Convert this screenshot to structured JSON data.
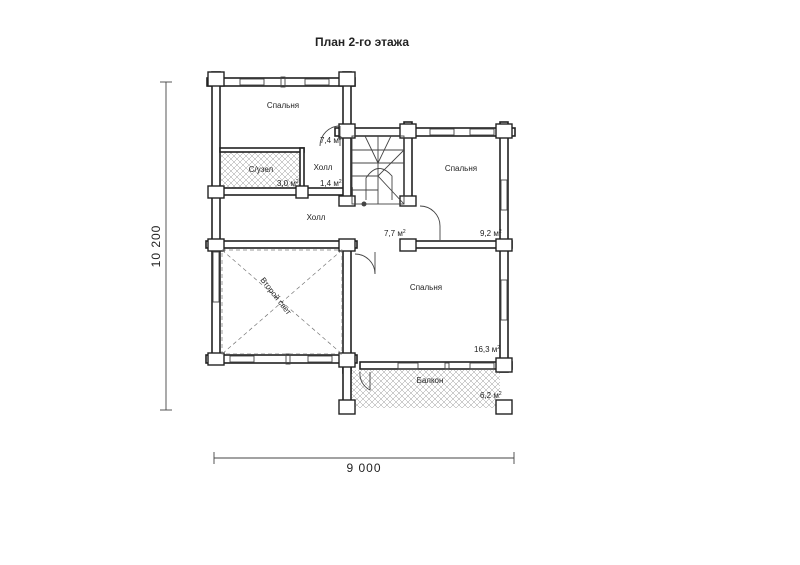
{
  "title": "План 2-го этажа",
  "rooms": {
    "bedroom_top_left": "Спальня",
    "bathroom": "С/узел",
    "hall_small": "Холл",
    "hall_main": "Холл",
    "bedroom_right": "Спальня",
    "bedroom_bottom": "Спальня",
    "second_light": "Второй свет",
    "balcony": "Балкон"
  },
  "areas": {
    "hall_small_top": "7,4 м",
    "bathroom": "3,0 м",
    "hall_small_bottom": "1,4 м",
    "hall_main": "7,7 м",
    "bedroom_right": "9,2 м",
    "bedroom_bottom": "16,3 м",
    "balcony": "6,2 м",
    "unit_power": "2"
  },
  "dimensions": {
    "height": "10 200",
    "width": "9 000"
  }
}
